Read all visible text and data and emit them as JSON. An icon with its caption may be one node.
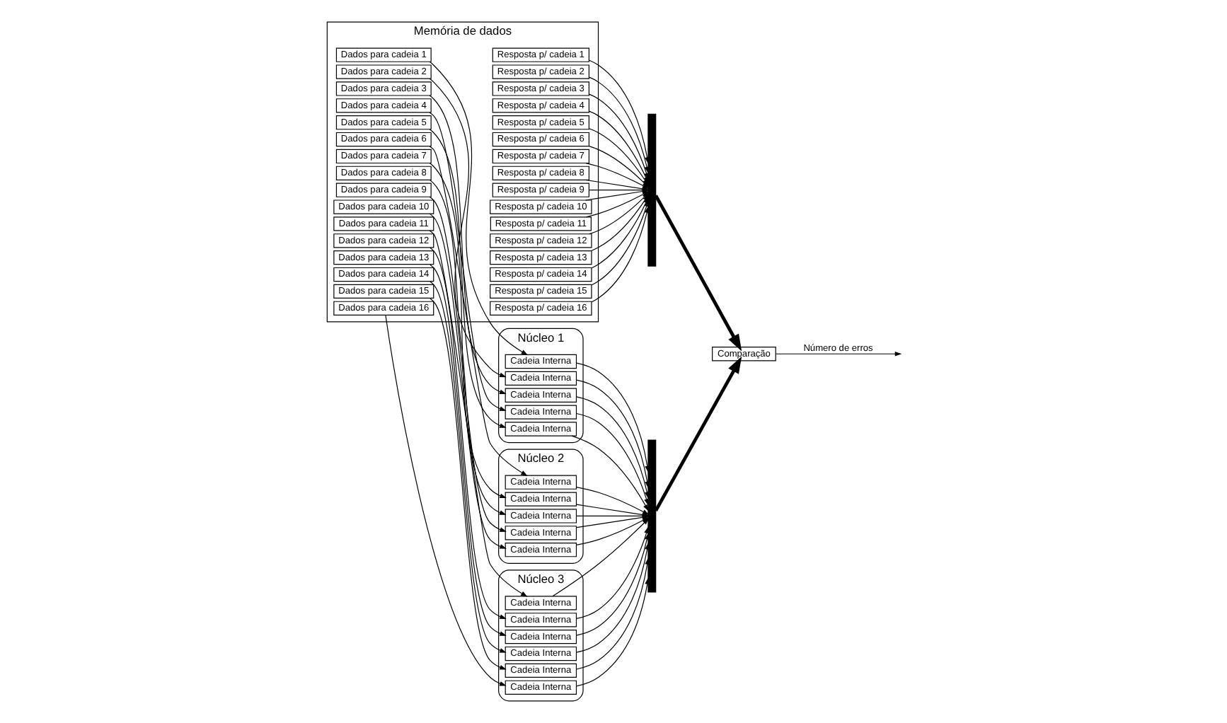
{
  "diagram": {
    "nodes": [
      {
        "text": [
          "Memória de dados"
        ]
      },
      {
        "text": [
          "Dados para cadeia 1"
        ],
        "in": 0
      },
      {
        "text": [
          "Dados para cadeia 2"
        ],
        "in": 0
      },
      {
        "text": [
          "Dados para cadeia 3"
        ],
        "in": 0
      },
      {
        "text": [
          "Dados para cadeia 4"
        ],
        "in": 0
      },
      {
        "text": [
          "Dados para cadeia 5"
        ],
        "in": 0
      },
      {
        "text": [
          "Dados para cadeia 6"
        ],
        "in": 0
      },
      {
        "text": [
          "Dados para cadeia 7"
        ],
        "in": 0
      },
      {
        "text": [
          "Dados para cadeia 8"
        ],
        "in": 0
      },
      {
        "text": [
          "Dados para cadeia 9"
        ],
        "in": 0
      },
      {
        "text": [
          "Dados para cadeia 10"
        ],
        "in": 0
      },
      {
        "text": [
          "Dados para cadeia 11"
        ],
        "in": 0
      },
      {
        "text": [
          "Dados para cadeia 12"
        ],
        "in": 0
      },
      {
        "text": [
          "Dados para cadeia 13"
        ],
        "in": 0
      },
      {
        "text": [
          "Dados para cadeia 14"
        ],
        "in": 0
      },
      {
        "text": [
          "Dados para cadeia 15"
        ],
        "in": 0
      },
      {
        "text": [
          "Dados para cadeia 16"
        ],
        "in": 0
      },
      {
        "text": [
          "Resposta p/ cadeia 1"
        ],
        "in": 0
      },
      {
        "text": [
          "Resposta p/ cadeia 2"
        ],
        "in": 0
      },
      {
        "text": [
          "Resposta p/ cadeia 3"
        ],
        "in": 0
      },
      {
        "text": [
          "Resposta p/ cadeia 4"
        ],
        "in": 0
      },
      {
        "text": [
          "Resposta p/ cadeia 5"
        ],
        "in": 0
      },
      {
        "text": [
          "Resposta p/ cadeia 6"
        ],
        "in": 0
      },
      {
        "text": [
          "Resposta p/ cadeia 7"
        ],
        "in": 0
      },
      {
        "text": [
          "Resposta p/ cadeia 8"
        ],
        "in": 0
      },
      {
        "text": [
          "Resposta p/ cadeia 9"
        ],
        "in": 0
      },
      {
        "text": [
          "Resposta p/ cadeia 10"
        ],
        "in": 0
      },
      {
        "text": [
          "Resposta p/ cadeia 11"
        ],
        "in": 0
      },
      {
        "text": [
          "Resposta p/ cadeia 12"
        ],
        "in": 0
      },
      {
        "text": [
          "Resposta p/ cadeia 13"
        ],
        "in": 0
      },
      {
        "text": [
          "Resposta p/ cadeia 14"
        ],
        "in": 0
      },
      {
        "text": [
          "Resposta p/ cadeia 15"
        ],
        "in": 0
      },
      {
        "text": [
          "Resposta p/ cadeia 16"
        ],
        "in": 0
      },
      {
        "text": [],
        "shape": "bar"
      },
      {
        "text": [
          "Núcleo 1"
        ]
      },
      {
        "text": [
          "Cadeia Interna"
        ],
        "in": 34
      },
      {
        "text": [
          "Cadeia Interna"
        ],
        "in": 34
      },
      {
        "text": [
          "Cadeia Interna"
        ],
        "in": 34
      },
      {
        "text": [
          "Cadeia Interna"
        ],
        "in": 34
      },
      {
        "text": [
          "Cadeia Interna"
        ],
        "in": 34
      },
      {
        "text": [
          "Núcleo 2"
        ]
      },
      {
        "text": [
          "Cadeia Interna"
        ],
        "in": 40
      },
      {
        "text": [
          "Cadeia Interna"
        ],
        "in": 40
      },
      {
        "text": [
          "Cadeia Interna"
        ],
        "in": 40
      },
      {
        "text": [
          "Cadeia Interna"
        ],
        "in": 40
      },
      {
        "text": [
          "Cadeia Interna"
        ],
        "in": 40
      },
      {
        "text": [
          "Núcleo 3"
        ]
      },
      {
        "text": [
          "Cadeia Interna"
        ],
        "in": 46
      },
      {
        "text": [
          "Cadeia Interna"
        ],
        "in": 46
      },
      {
        "text": [
          "Cadeia Interna"
        ],
        "in": 46
      },
      {
        "text": [
          "Cadeia Interna"
        ],
        "in": 46
      },
      {
        "text": [
          "Cadeia Interna"
        ],
        "in": 46
      },
      {
        "text": [
          "Cadeia Interna"
        ],
        "in": 46
      },
      {
        "text": [
          "Comparação"
        ]
      },
      {
        "text": [],
        "shape": "bar"
      }
    ],
    "edges": [
      {
        "from": 1,
        "to": 35,
        "arrow": "to"
      },
      {
        "from": 2,
        "to": 36,
        "arrow": "to"
      },
      {
        "from": 3,
        "to": 37,
        "arrow": "to"
      },
      {
        "from": 4,
        "to": 38,
        "arrow": "to"
      },
      {
        "from": 5,
        "to": 39,
        "arrow": "to"
      },
      {
        "from": 6,
        "to": 41,
        "arrow": "to"
      },
      {
        "from": 7,
        "to": 42,
        "arrow": "to"
      },
      {
        "from": 8,
        "to": 43,
        "arrow": "to"
      },
      {
        "from": 9,
        "to": 44,
        "arrow": "to"
      },
      {
        "from": 10,
        "to": 45,
        "arrow": "to"
      },
      {
        "from": 11,
        "to": 47,
        "arrow": "to"
      },
      {
        "from": 12,
        "to": 48,
        "arrow": "to"
      },
      {
        "from": 13,
        "to": 49,
        "arrow": "to"
      },
      {
        "from": 14,
        "to": 50,
        "arrow": "to"
      },
      {
        "from": 15,
        "to": 51,
        "arrow": "to"
      },
      {
        "from": 16,
        "to": 52,
        "arrow": "to"
      },
      {
        "from": 17,
        "to": 33,
        "arrow": "to"
      },
      {
        "from": 18,
        "to": 33,
        "arrow": "to"
      },
      {
        "from": 19,
        "to": 33,
        "arrow": "to"
      },
      {
        "from": 20,
        "to": 33,
        "arrow": "to"
      },
      {
        "from": 21,
        "to": 33,
        "arrow": "to"
      },
      {
        "from": 22,
        "to": 33,
        "arrow": "to"
      },
      {
        "from": 23,
        "to": 33,
        "arrow": "to"
      },
      {
        "from": 24,
        "to": 33,
        "arrow": "to"
      },
      {
        "from": 25,
        "to": 33,
        "arrow": "to"
      },
      {
        "from": 26,
        "to": 33,
        "arrow": "to"
      },
      {
        "from": 27,
        "to": 33,
        "arrow": "to"
      },
      {
        "from": 28,
        "to": 33,
        "arrow": "to"
      },
      {
        "from": 29,
        "to": 33,
        "arrow": "to"
      },
      {
        "from": 30,
        "to": 33,
        "arrow": "to"
      },
      {
        "from": 31,
        "to": 33,
        "arrow": "to"
      },
      {
        "from": 32,
        "to": 33,
        "arrow": "to"
      },
      {
        "from": 33,
        "to": 53,
        "arrow": "to",
        "style": "thick"
      },
      {
        "from": 35,
        "to": 54,
        "arrow": "to"
      },
      {
        "from": 36,
        "to": 54,
        "arrow": "to"
      },
      {
        "from": 37,
        "to": 54,
        "arrow": "to"
      },
      {
        "from": 38,
        "to": 54,
        "arrow": "to"
      },
      {
        "from": 39,
        "to": 54,
        "arrow": "to"
      },
      {
        "from": 41,
        "to": 54,
        "arrow": "to"
      },
      {
        "from": 42,
        "to": 54,
        "arrow": "to"
      },
      {
        "from": 43,
        "to": 54,
        "arrow": "to"
      },
      {
        "from": 44,
        "to": 54,
        "arrow": "to"
      },
      {
        "from": 45,
        "to": 54,
        "arrow": "to"
      },
      {
        "from": 47,
        "to": 54,
        "arrow": "to"
      },
      {
        "from": 48,
        "to": 54,
        "arrow": "to"
      },
      {
        "from": 49,
        "to": 54,
        "arrow": "to"
      },
      {
        "from": 50,
        "to": 54,
        "arrow": "to"
      },
      {
        "from": 51,
        "to": 54,
        "arrow": "to"
      },
      {
        "from": 52,
        "to": 54,
        "arrow": "to"
      },
      {
        "from": 54,
        "to": 53,
        "arrow": "to",
        "style": "thick"
      },
      {
        "from": 53,
        "to": null,
        "arrow": "to",
        "label": "Número de erros"
      }
    ]
  }
}
